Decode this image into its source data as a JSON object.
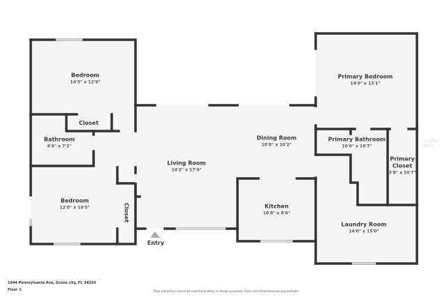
{
  "plan": {
    "floor_label": "Floor 1",
    "address": "1944 Pennsylvania Ave, Grove city, FL 34224",
    "disclaimer": "Floor plans/tour cannot be used for building or design purposes. Sizes and dimensions are approximate.",
    "watermark": "Stellar MLS",
    "entry_label": "Entry",
    "colors": {
      "wall": "#333333",
      "floor": "#f5f5f5",
      "window": "#d9d9d9",
      "text": "#3a3a3a"
    }
  },
  "rooms": [
    {
      "name": "Bedroom",
      "dims": "14'5\" x 12'9\""
    },
    {
      "name": "Closet",
      "dims": ""
    },
    {
      "name": "Bathroom",
      "dims": "8'6\" x 7'2\""
    },
    {
      "name": "Bedroom",
      "dims": "12'0\" x 10'5\""
    },
    {
      "name": "Closet",
      "dims": ""
    },
    {
      "name": "Living Room",
      "dims": "14'2\" x 17'4\""
    },
    {
      "name": "Dining Room",
      "dims": "10'8\" x 10'2\""
    },
    {
      "name": "Kitchen",
      "dims": "10'8\" x 8'6\""
    },
    {
      "name": "Primary Bedroom",
      "dims": "14'0\" x 13'1\""
    },
    {
      "name": "Primary Bathroom",
      "dims": "10'0\" x 10'7\""
    },
    {
      "name": "Primary",
      "name2": "Closet",
      "dims": "3'8\" x 10'7\""
    },
    {
      "name": "Laundry Room",
      "dims": "14'0\" x 15'0\""
    }
  ]
}
